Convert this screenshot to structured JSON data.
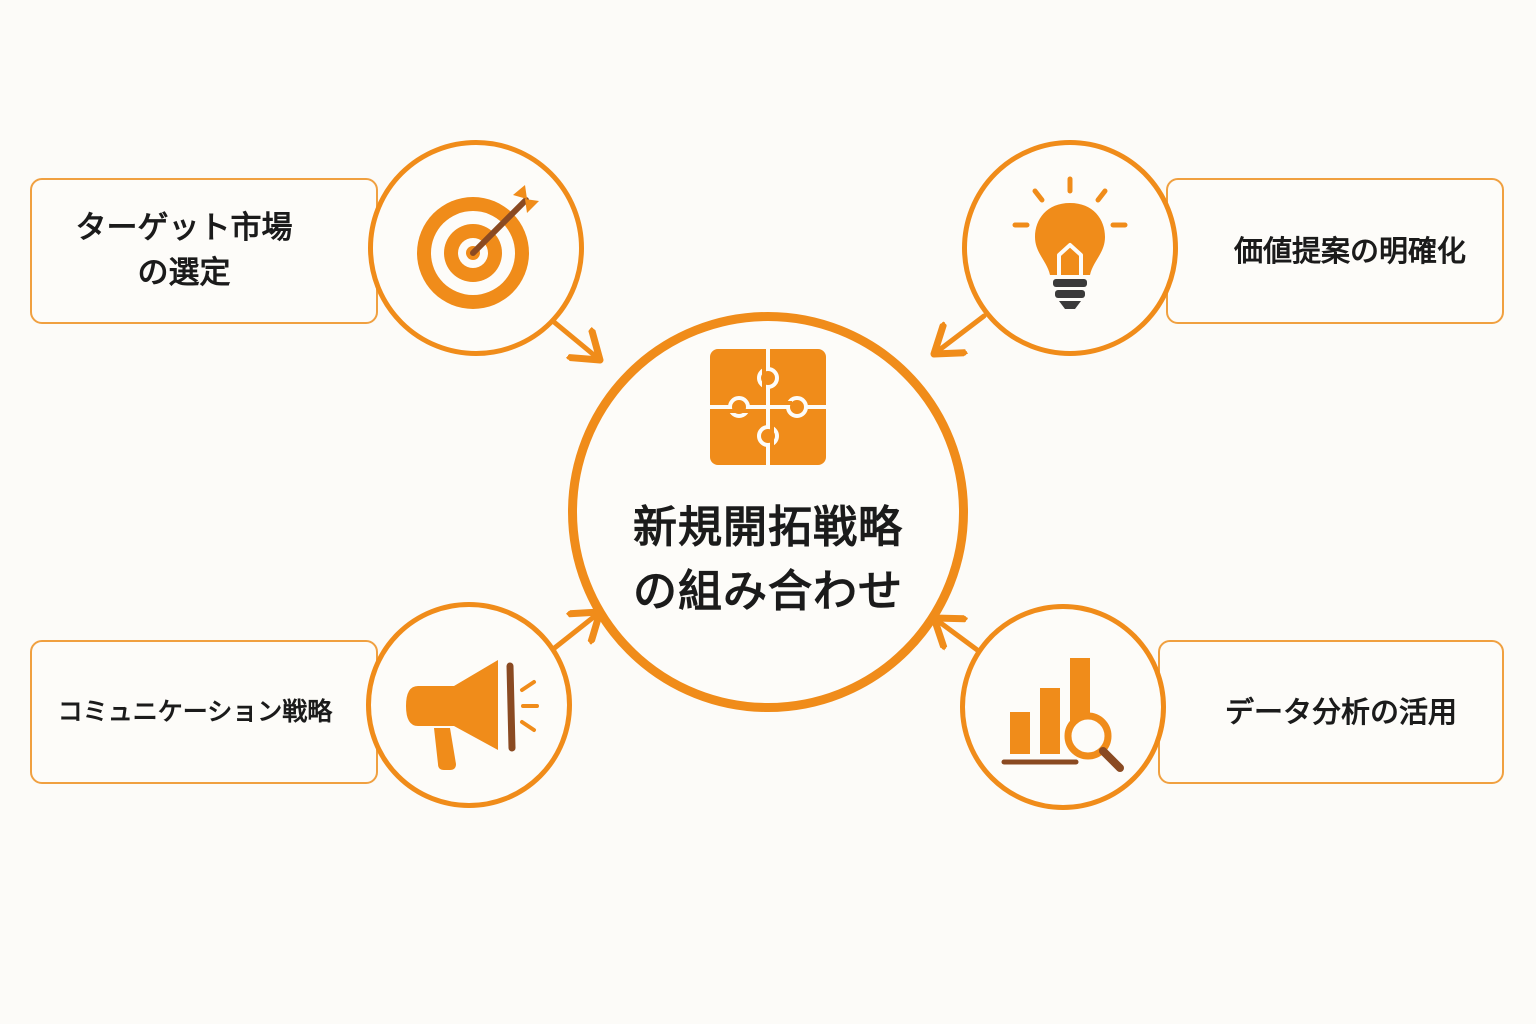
{
  "center": {
    "title_line1": "新規開拓戦略",
    "title_line2": "の組み合わせ",
    "icon": "puzzle-icon"
  },
  "nodes": [
    {
      "lines": [
        "ターゲット市場",
        "の選定"
      ],
      "icon": "target-arrow-icon"
    },
    {
      "lines": [
        "価値提案の明確化"
      ],
      "icon": "lightbulb-icon"
    },
    {
      "lines": [
        "コミュニケーション戦略"
      ],
      "icon": "megaphone-icon"
    },
    {
      "lines": [
        "データ分析の活用"
      ],
      "icon": "bar-chart-magnifier-icon"
    }
  ],
  "colors": {
    "accent": "#f08c1a",
    "box_border": "#f0a040",
    "dark_accent": "#8a4a22",
    "text": "#1b1b1b",
    "background": "#fcfbf8"
  }
}
